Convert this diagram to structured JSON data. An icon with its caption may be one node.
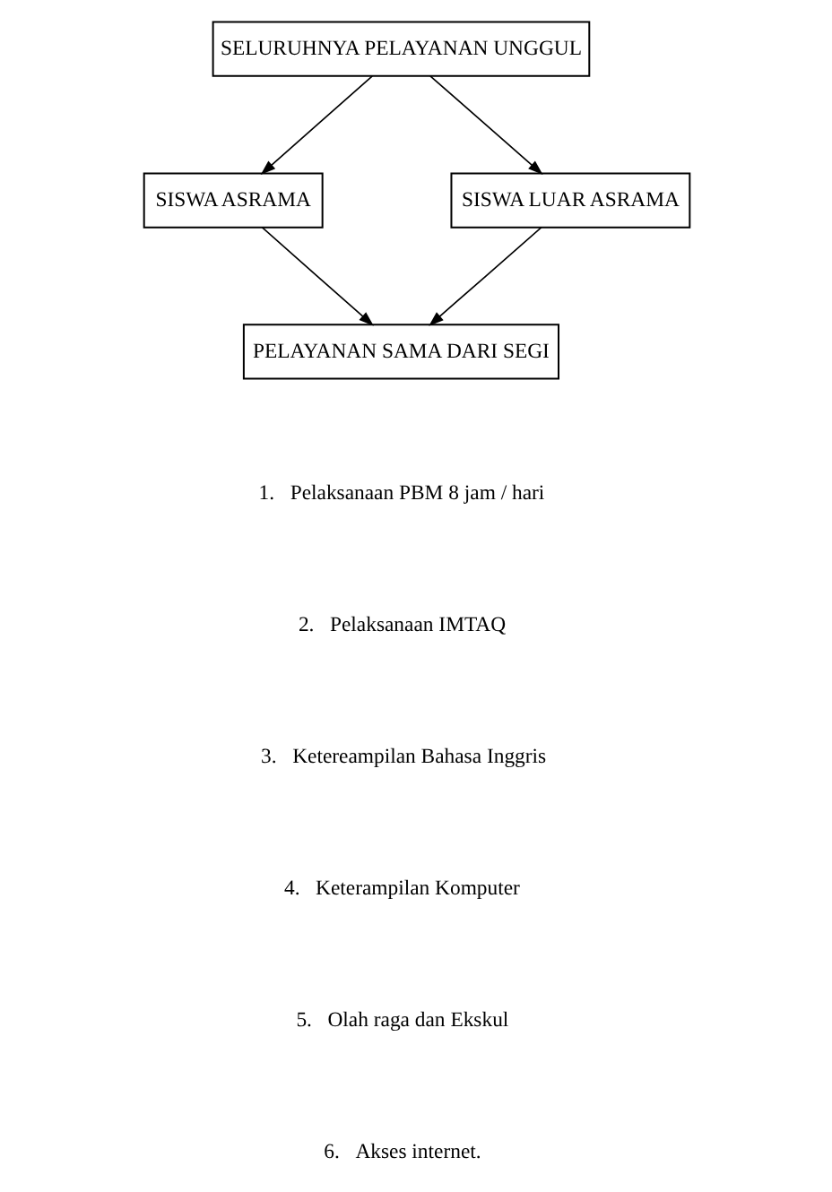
{
  "diagram": {
    "nodes": [
      {
        "text": [
          "SELURUHNYA PELAYANAN UNGGUL"
        ]
      },
      {
        "text": [
          "SISWA ASRAMA"
        ]
      },
      {
        "text": [
          "SISWA LUAR ASRAMA"
        ]
      },
      {
        "text": [
          "PELAYANAN SAMA DARI SEGI"
        ]
      }
    ],
    "edges": [
      {
        "from": 0,
        "to": 1,
        "arrow": "to"
      },
      {
        "from": 0,
        "to": 2,
        "arrow": "to"
      },
      {
        "from": 1,
        "to": 3,
        "arrow": "to"
      },
      {
        "from": 2,
        "to": 3,
        "arrow": "to"
      }
    ],
    "labels": [
      "1.   Pelaksanaan PBM 8 jam / hari",
      "2.   Pelaksanaan IMTAQ",
      "3.   Ketereampilan Bahasa Inggris",
      "4.   Keterampilan Komputer",
      "5.   Olah raga dan Ekskul",
      "6.   Akses internet."
    ]
  }
}
